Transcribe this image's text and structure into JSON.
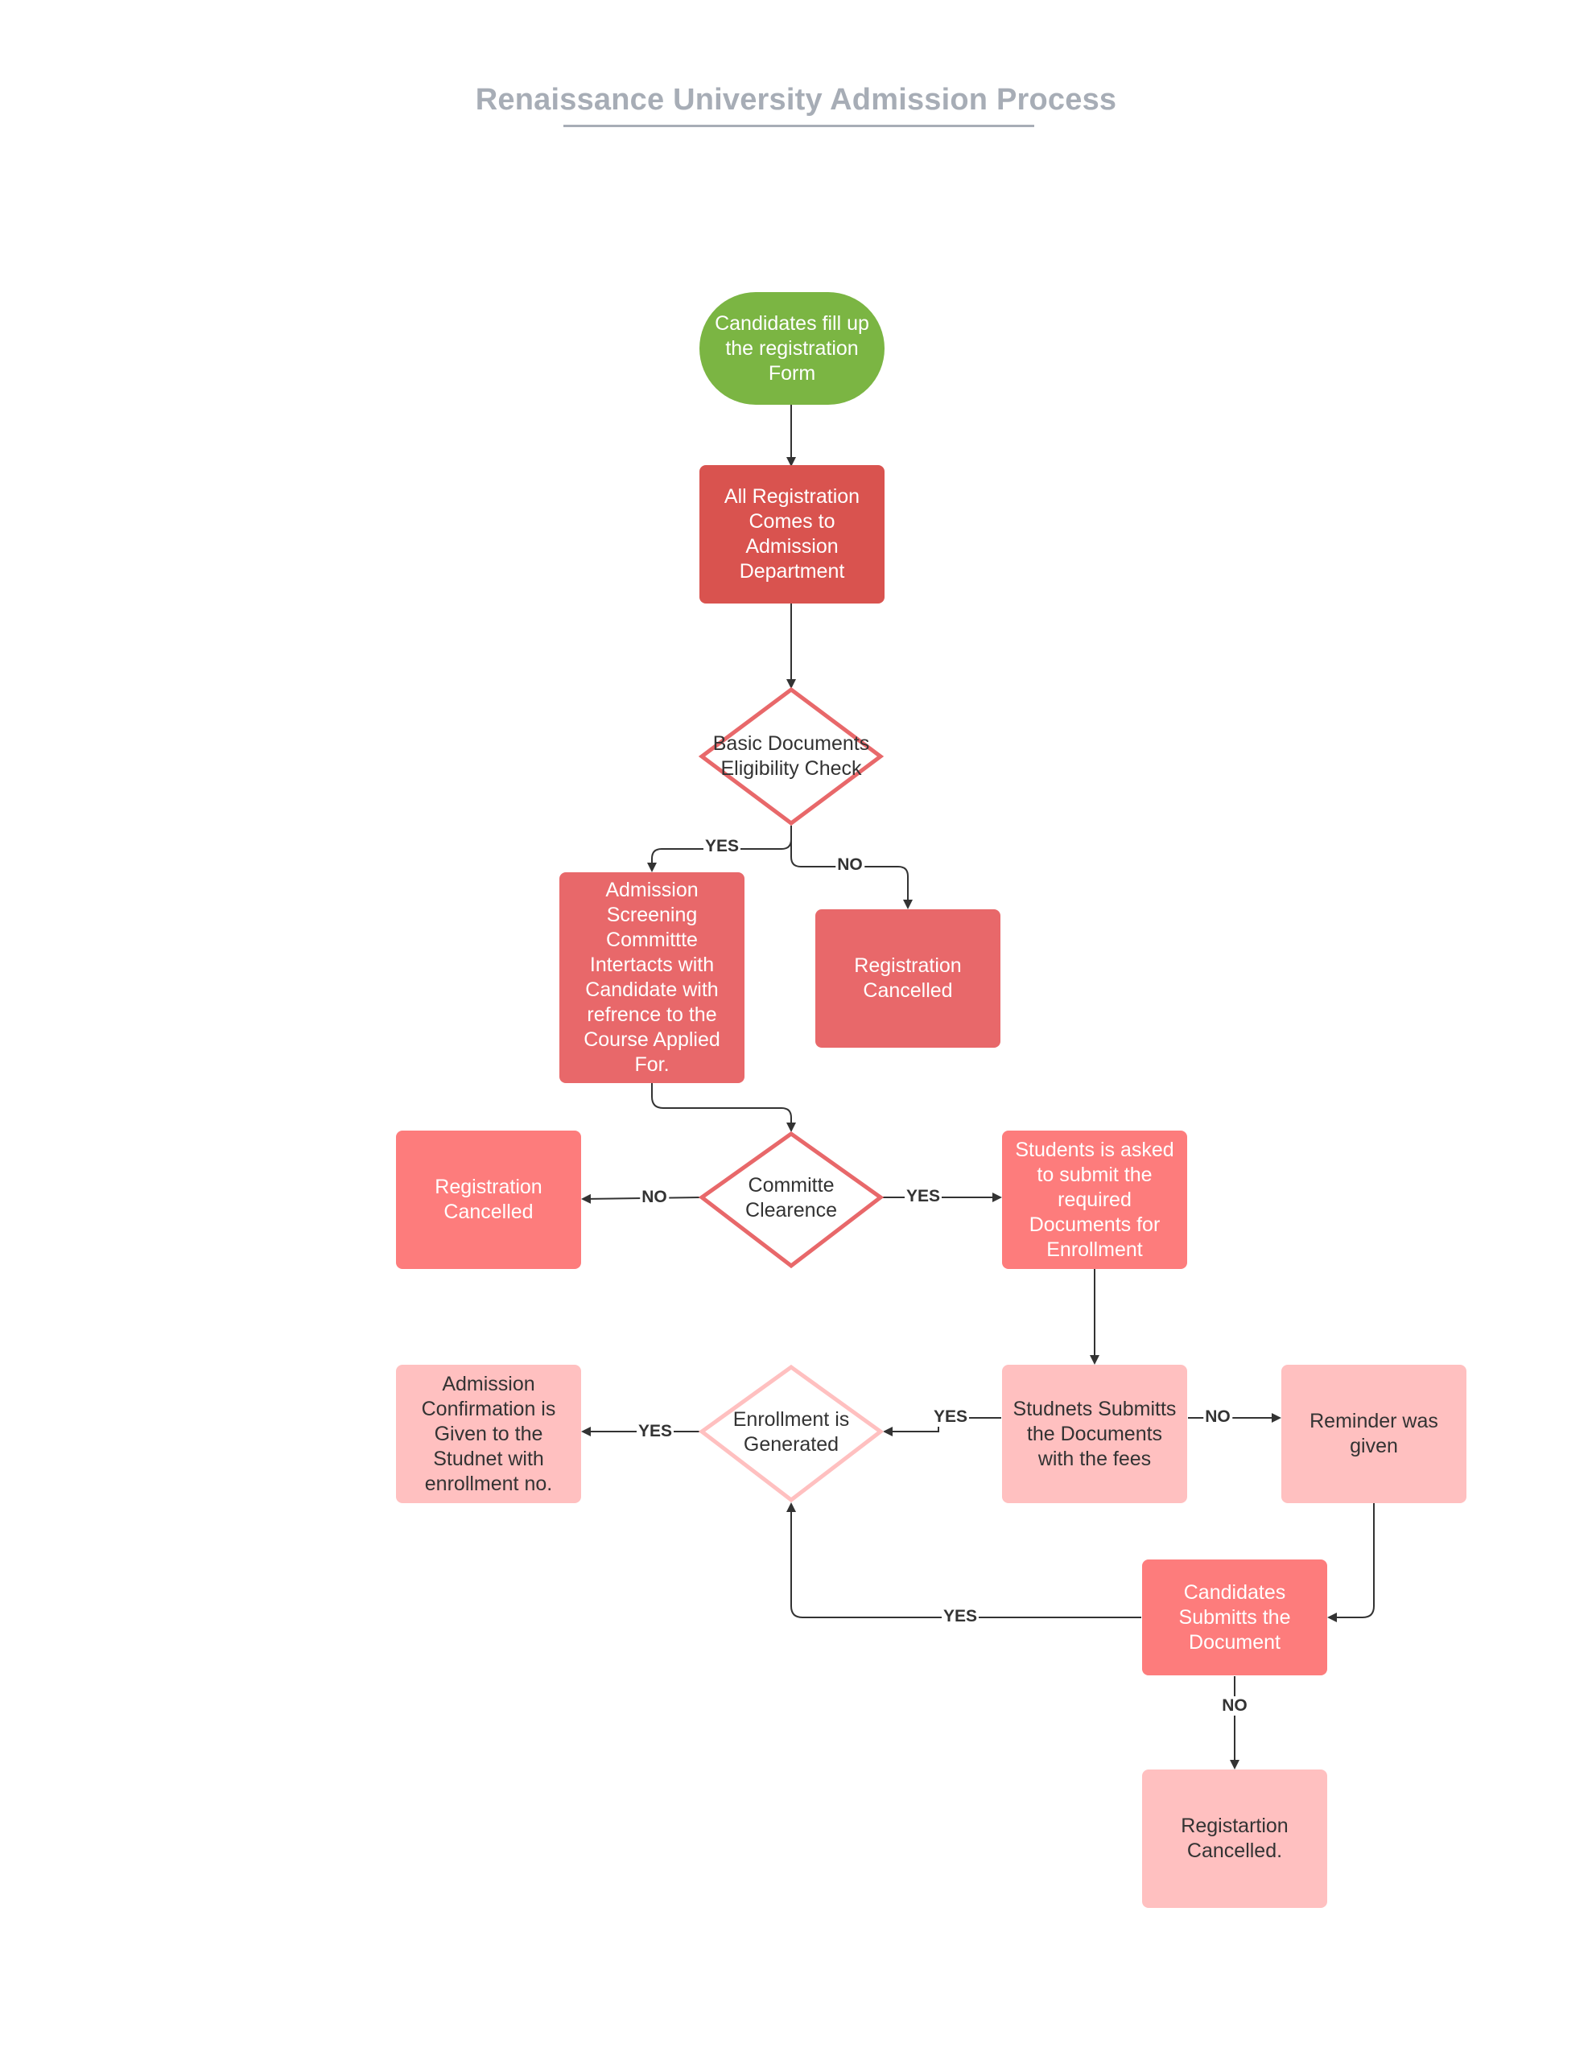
{
  "title": "Renaissance University Admission Process",
  "colors": {
    "start": "#7bb543",
    "dark_red": "#d9534f",
    "medium_red": "#e8686a",
    "salmon": "#fd7c7c",
    "pink": "#ffc0c0",
    "diamond_stroke_dark": "#e8686a",
    "diamond_stroke_light": "#ffc0c0",
    "line": "#333333"
  },
  "nodes": {
    "start": "Candidates fill up the registration Form",
    "admission_dept": "All Registration Comes to Admission Department",
    "eligibility_check": "Basic Documents Eligibility Check",
    "screening": "Admission Screening Committte Intertacts with Candidate with refrence to the Course Applied For.",
    "cancel_1": "Registration Cancelled",
    "clearance": "Committe Clearence",
    "cancel_2": "Registration Cancelled",
    "submit_docs_request": "Students is asked to submit the required Documents for Enrollment",
    "confirmation": "Admission Confirmation is Given to the Studnet with enrollment no.",
    "enrollment": "Enrollment is Generated",
    "submits_docs_fees": "Studnets Submitts the Documents with the fees",
    "reminder": "Reminder was given",
    "candidate_submits": "Candidates Submitts the Document",
    "cancel_3": "Registartion Cancelled."
  },
  "edge_labels": {
    "eligibility_yes": "YES",
    "eligibility_no": "NO",
    "clearance_no": "NO",
    "clearance_yes": "YES",
    "enrollment_yes": "YES",
    "fees_yes": "YES",
    "fees_no": "NO",
    "candidate_yes": "YES",
    "candidate_no": "NO"
  }
}
